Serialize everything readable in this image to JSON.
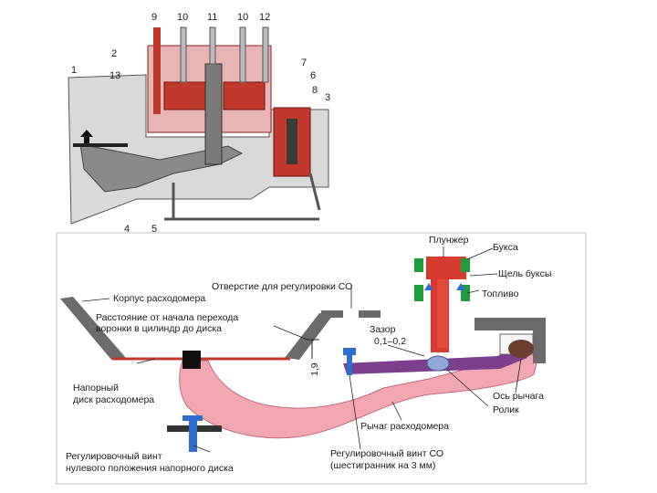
{
  "top_diagram": {
    "callouts": [
      "1",
      "2",
      "3",
      "4",
      "5",
      "6",
      "7",
      "8",
      "9",
      "10",
      "11",
      "10",
      "12",
      "13"
    ]
  },
  "bottom_diagram": {
    "labels": {
      "plunger": "Плунжер",
      "sleeve": "Букса",
      "sleeve_slot": "Щель буксы",
      "fuel": "Топливо",
      "co_hole": "Отверстие для регулировки СО",
      "meter_body": "Корпус расходомера",
      "distance_line1": "Расстояние от начала перехода",
      "distance_line2": "воронки в цилиндр до диска",
      "gap_line1": "Зазор",
      "gap_line2": "0,1–0,2",
      "dim_value": "1,9",
      "pressure_disk_line1": "Напорный",
      "pressure_disk_line2": "диск расходомера",
      "lever_axis": "Ось рычага",
      "roller": "Ролик",
      "meter_lever": "Рычаг расходомера",
      "zero_screw_line1": "Регулировочный винт",
      "zero_screw_line2": "нулевого положения напорного диска",
      "co_screw_line1": "Регулировочный винт СО",
      "co_screw_line2": "(шестигранник на 3 мм)"
    }
  },
  "colors": {
    "fuel_red": "#c0392b",
    "lever_pink": "#f2a7b3",
    "lever_purple": "#7b3f8c",
    "body_gray": "#6b6b6b",
    "green_seal": "#1f9d3a",
    "blue_screw": "#2d6fd1"
  }
}
